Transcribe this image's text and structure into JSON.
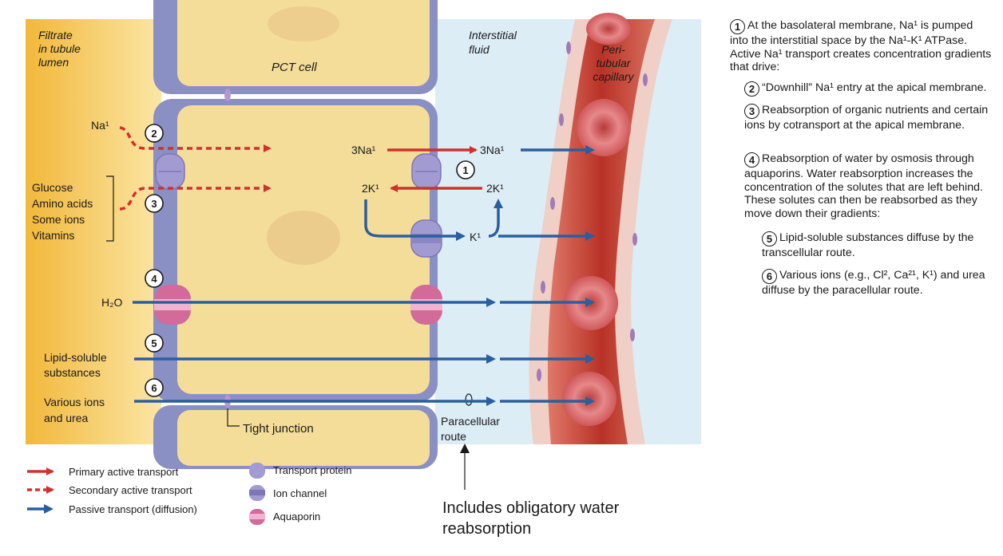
{
  "diagram": {
    "regions": {
      "lumen": "Filtrate\nin tubule\nlumen",
      "cell": "PCT cell",
      "interstitial": "Interstitial\nfluid",
      "capillary": "Peri-\ntubular\ncapillary"
    },
    "labels": {
      "na_in": "Na¹",
      "solutes": [
        "Glucose",
        "Amino acids",
        "Some ions",
        "Vitamins"
      ],
      "water": "H₂O",
      "lipid": [
        "Lipid-soluble",
        "substances"
      ],
      "ions": [
        "Various ions",
        "and urea"
      ],
      "pump_na_left": "3Na¹",
      "pump_na_right": "3Na¹",
      "pump_k_left": "2K¹",
      "pump_k_right": "2K¹",
      "k_channel": "K¹",
      "tight_junction": "Tight junction",
      "paracellular": [
        "Paracellular",
        "route"
      ]
    },
    "steps": [
      "1",
      "2",
      "3",
      "4",
      "5",
      "6"
    ],
    "colors": {
      "primary": "#d0312d",
      "passive": "#2a5f9e",
      "lumen": "#f6c94c",
      "cell": "#f4dd99",
      "membrane": "#8a8fc4",
      "interstitial": "#d7ecf5",
      "capillary": "#c0392b",
      "protein": "#a29bd2",
      "aquaporin": "#d46a9a"
    }
  },
  "legend": {
    "primary": "Primary active transport",
    "secondary": "Secondary active transport",
    "passive": "Passive transport (diffusion)",
    "protein": "Transport protein",
    "channel": "Ion channel",
    "aquaporin": "Aquaporin"
  },
  "notes": [
    {
      "num": "1",
      "text": "At the basolateral membrane, Na¹ is pumped into the interstitial space by the Na¹-K¹ ATPase. Active Na¹ transport creates concentration gradients that drive:"
    },
    {
      "num": "2",
      "text": "“Downhill” Na¹ entry at the apical membrane."
    },
    {
      "num": "3",
      "text": "Reabsorption of organic nutrients and certain ions by cotransport at the apical membrane."
    },
    {
      "num": "4",
      "text": "Reabsorption of water by osmosis through aquaporins. Water reabsorption increases the concentration of the solutes that are left behind. These solutes can then be reabsorbed as they move down their gradients:"
    },
    {
      "num": "5",
      "text": "Lipid-soluble substances diffuse by the transcellular route."
    },
    {
      "num": "6",
      "text": "Various ions (e.g., Cl², Ca²¹, K¹) and urea diffuse by the paracellular route."
    }
  ],
  "annotation": "Includes obligatory water reabsorption"
}
